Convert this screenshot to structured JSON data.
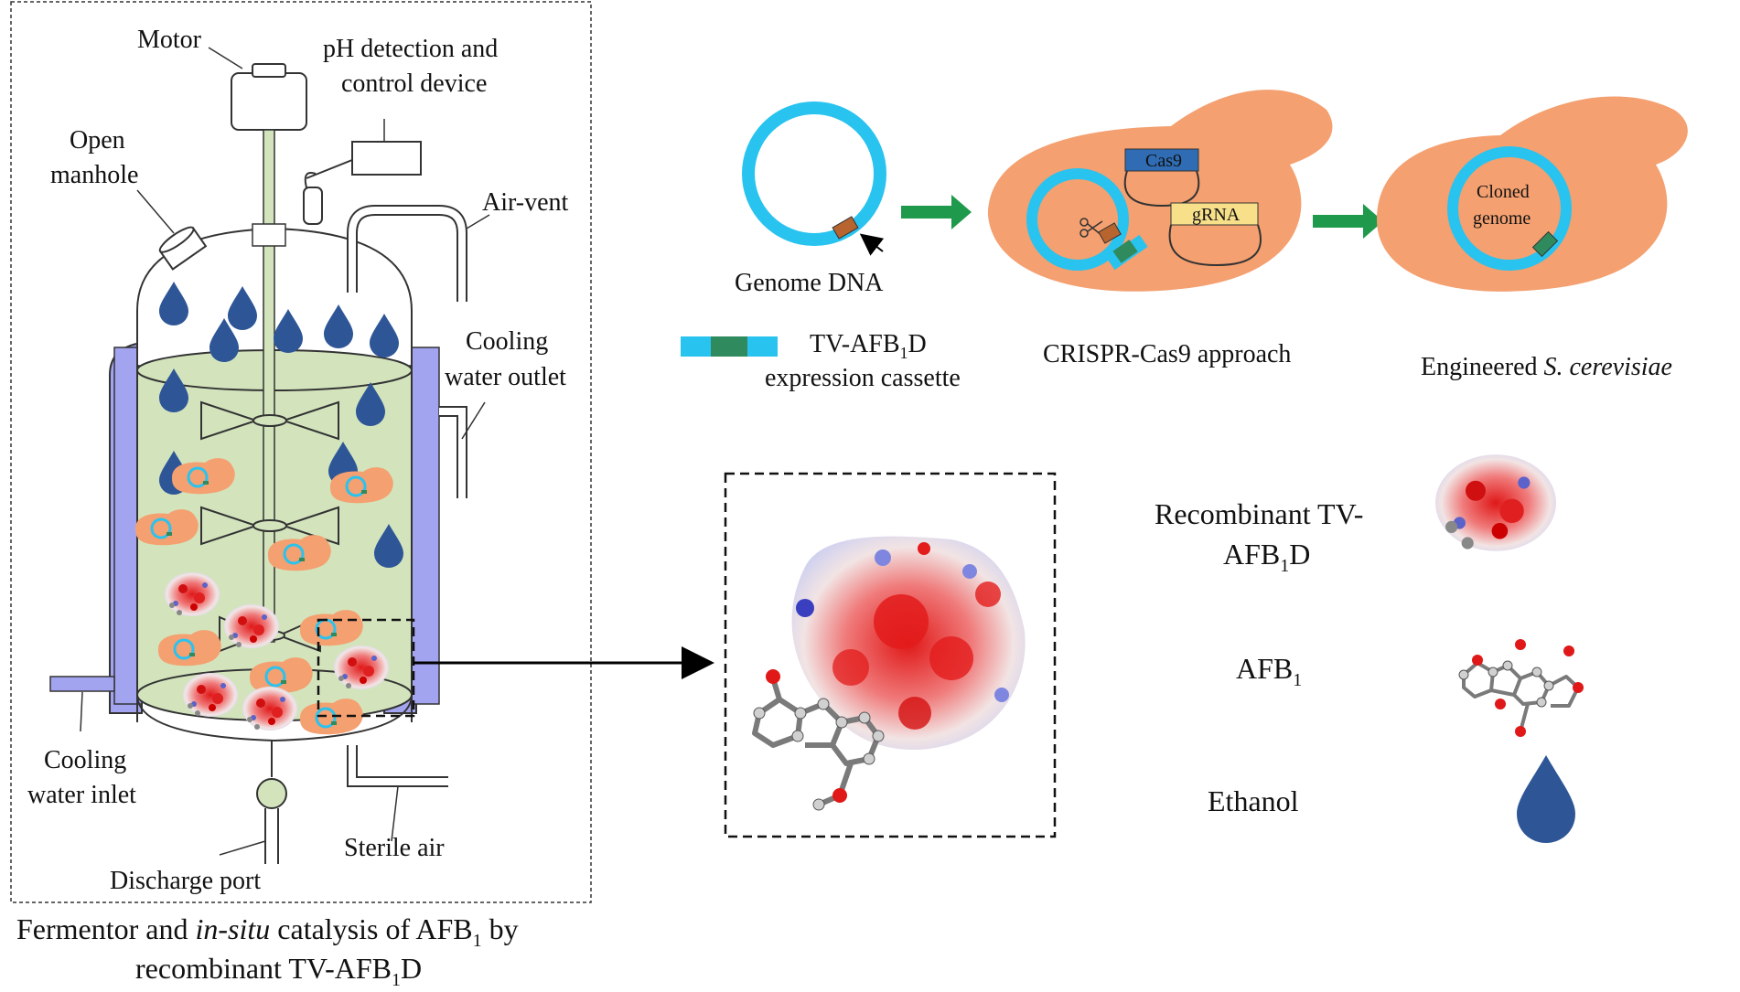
{
  "fermentor": {
    "labels": {
      "motor": "Motor",
      "ph_line1": "pH detection and",
      "ph_line2": "control device",
      "manhole_line1": "Open",
      "manhole_line2": "manhole",
      "air_vent": "Air-vent",
      "cooling_out_line1": "Cooling",
      "cooling_out_line2": "water outlet",
      "cooling_in_line1": "Cooling",
      "cooling_in_line2": "water inlet",
      "sterile_air": "Sterile air",
      "discharge": "Discharge port"
    },
    "caption": {
      "line1_a": "Fermentor and ",
      "line1_italic": "in-situ",
      "line1_b": " catalysis of AFB",
      "line1_sub": "1",
      "line1_c": " by",
      "line2_a": "recombinant TV-AFB",
      "line2_sub": "1",
      "line2_b": "D"
    }
  },
  "engineering": {
    "genome_dna": "Genome DNA",
    "cassette_line1_a": "TV-AFB",
    "cassette_line1_sub": "1",
    "cassette_line1_b": "D",
    "cassette_line2": "expression cassette",
    "cas9": "Cas9",
    "grna": "gRNA",
    "crispr": "CRISPR-Cas9 approach",
    "cloned_line1": "Cloned",
    "cloned_line2": "genome",
    "engineered_a": "Engineered ",
    "engineered_italic": "S. cerevisiae"
  },
  "legend": {
    "enzyme_line1": "Recombinant TV-",
    "enzyme_line2_a": "AFB",
    "enzyme_line2_sub": "1",
    "enzyme_line2_b": "D",
    "afb1_a": "AFB",
    "afb1_sub": "1",
    "ethanol": "Ethanol"
  },
  "colors": {
    "plasmid": "#29c3ef",
    "yeast": "#f4a070",
    "broth": "#d3e4bd",
    "jacket": "#a3a4ef",
    "droplet": "#2e5697",
    "arrow_green": "#1f9a4c",
    "cas9_box": "#2f6cb3",
    "grna_box": "#f8e08a",
    "insert_brown": "#b8642f",
    "insert_green": "#2f8a5e"
  }
}
